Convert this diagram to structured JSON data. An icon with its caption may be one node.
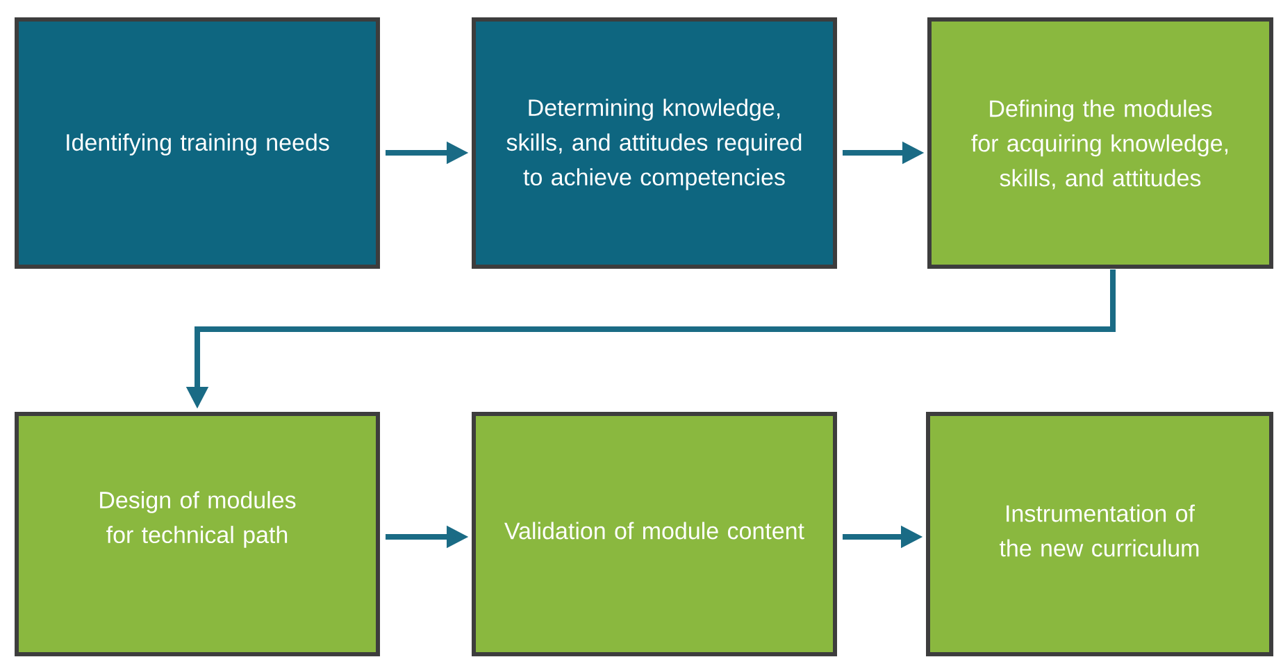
{
  "diagram": {
    "nodes": [
      {
        "text": [
          "Identifying training needs"
        ]
      },
      {
        "text": [
          "Determining knowledge, skills, and attitudes required to achieve competencies"
        ]
      },
      {
        "text": [
          "Defining the modules for acquiring knowledge, skills, and attitudes"
        ]
      },
      {
        "text": [
          "Design of modules for technical path"
        ]
      },
      {
        "text": [
          "Validation of module content"
        ]
      },
      {
        "text": [
          "Instrumentation of the new curriculum"
        ]
      }
    ],
    "edges": [
      {
        "from": 0,
        "to": 1,
        "arrow": "to"
      },
      {
        "from": 1,
        "to": 2,
        "arrow": "to"
      },
      {
        "from": 2,
        "to": 3,
        "arrow": "to"
      },
      {
        "from": 3,
        "to": 4,
        "arrow": "to"
      },
      {
        "from": 4,
        "to": 5,
        "arrow": "to"
      }
    ]
  }
}
